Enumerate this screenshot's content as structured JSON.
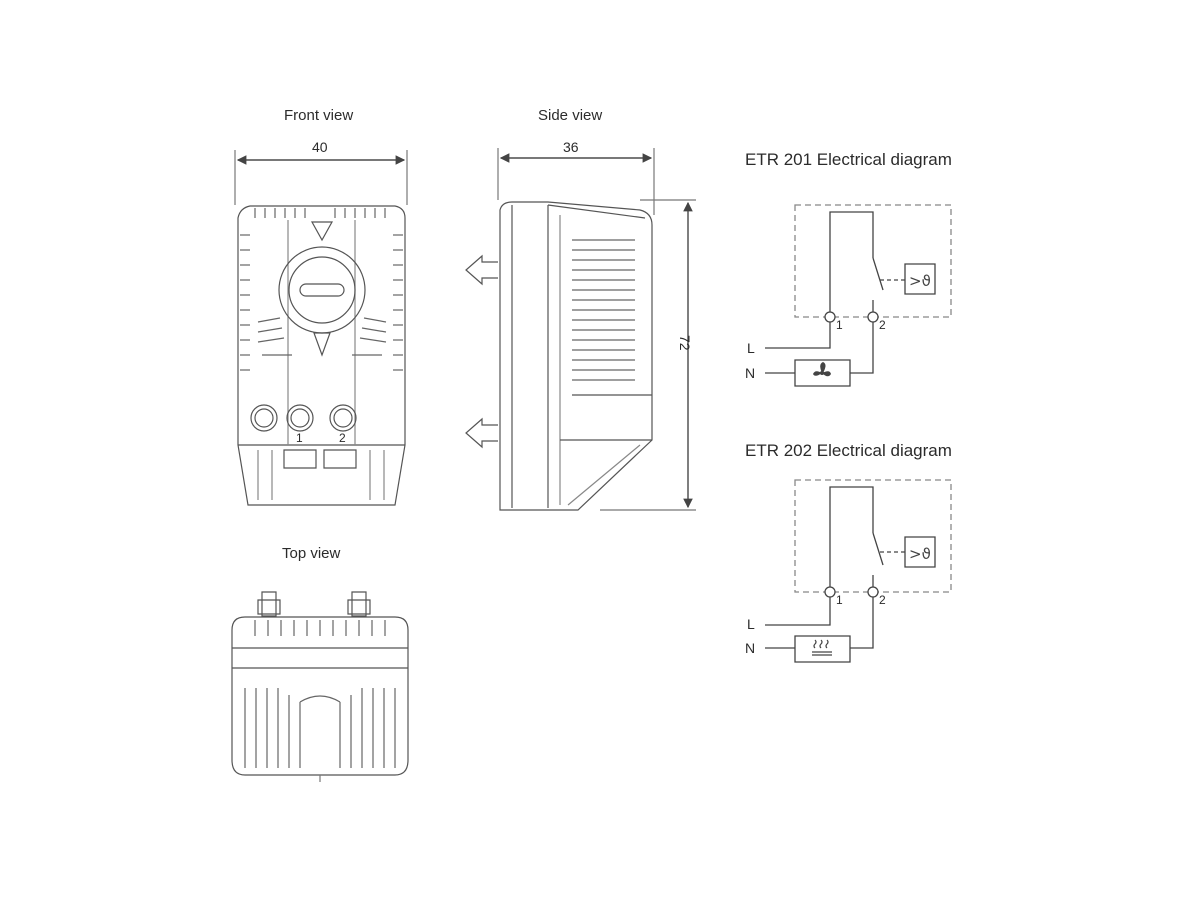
{
  "views": {
    "front": {
      "title": "Front view",
      "width_dim": "40",
      "terminal_1": "1",
      "terminal_2": "2"
    },
    "side": {
      "title": "Side view",
      "depth_dim": "36",
      "height_dim": "72"
    },
    "top": {
      "title": "Top view"
    }
  },
  "diagrams": {
    "etr201": {
      "title": "ETR 201 Electrical diagram",
      "terminal_1": "1",
      "terminal_2": "2",
      "line_L": "L",
      "line_N": "N",
      "load": "fan-icon"
    },
    "etr202": {
      "title": "ETR 202 Electrical diagram",
      "terminal_1": "1",
      "terminal_2": "2",
      "line_L": "L",
      "line_N": "N",
      "load": "heater-icon"
    }
  },
  "colors": {
    "line": "#444444",
    "light_line": "#777777",
    "dashed": "#888888",
    "background": "#ffffff"
  }
}
